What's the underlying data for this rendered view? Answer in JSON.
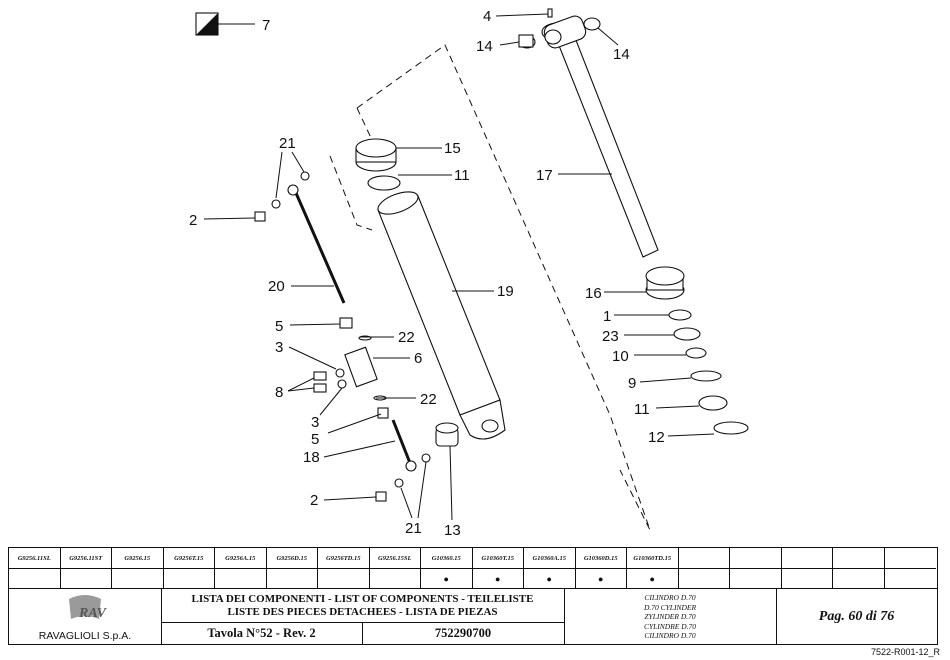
{
  "callouts": {
    "c7": "7",
    "c4": "4",
    "c14a": "14",
    "c14b": "14",
    "c21a": "21",
    "c15": "15",
    "c11a": "11",
    "c17": "17",
    "c2a": "2",
    "c20": "20",
    "c19": "19",
    "c16": "16",
    "c1": "1",
    "c5a": "5",
    "c22a": "22",
    "c23": "23",
    "c3a": "3",
    "c6": "6",
    "c10": "10",
    "c8": "8",
    "c9": "9",
    "c22b": "22",
    "c3b": "3",
    "c11b": "11",
    "c5b": "5",
    "c12": "12",
    "c18": "18",
    "c2b": "2",
    "c21b": "21",
    "c13": "13"
  },
  "models": [
    {
      "code": "G9256.11SL",
      "mark": ""
    },
    {
      "code": "G9256.11ST",
      "mark": ""
    },
    {
      "code": "G9256.15",
      "mark": ""
    },
    {
      "code": "G9256T.15",
      "mark": ""
    },
    {
      "code": "G9256A.15",
      "mark": ""
    },
    {
      "code": "G9256D.15",
      "mark": ""
    },
    {
      "code": "G9256TD.15",
      "mark": ""
    },
    {
      "code": "G9256.15SL",
      "mark": ""
    },
    {
      "code": "G10360.15",
      "mark": "●"
    },
    {
      "code": "G10360T.15",
      "mark": "●"
    },
    {
      "code": "G10360A.15",
      "mark": "●"
    },
    {
      "code": "G10360D.15",
      "mark": "●"
    },
    {
      "code": "G10360TD.15",
      "mark": "●"
    },
    {
      "code": "",
      "mark": ""
    },
    {
      "code": "",
      "mark": ""
    },
    {
      "code": "",
      "mark": ""
    },
    {
      "code": "",
      "mark": ""
    },
    {
      "code": "",
      "mark": ""
    }
  ],
  "logo": {
    "company": "RAVAGLIOLI S.p.A.",
    "mark": "RAV"
  },
  "list_title": {
    "line1": "LISTA DEI COMPONENTI - LIST OF COMPONENTS - TEILELISTE",
    "line2": "LISTE DES PIECES DETACHEES - LISTA DE PIEZAS"
  },
  "tavola": "Tavola N°52 - Rev. 2",
  "drawing_code": "752290700",
  "descriptions": [
    "CILINDRO D.70",
    "D.70 CYLINDER",
    "ZYLINDER D.70",
    "CYLINDRE D.70",
    "CILINDRO D.70"
  ],
  "page": "Pag. 60 di 76",
  "doc_ref": "7522-R001-12_R"
}
